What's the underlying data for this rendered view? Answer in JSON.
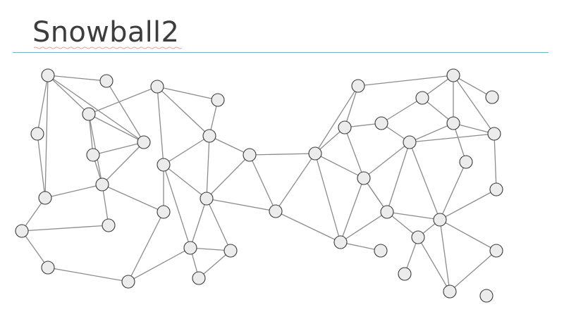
{
  "slide": {
    "title": "Snowball2"
  },
  "graph": {
    "nodes": [
      {
        "id": "n1"
      },
      {
        "id": "n2"
      },
      {
        "id": "n3"
      },
      {
        "id": "n4"
      },
      {
        "id": "n5"
      },
      {
        "id": "n6"
      },
      {
        "id": "n7"
      },
      {
        "id": "n8"
      },
      {
        "id": "n9"
      },
      {
        "id": "n10"
      },
      {
        "id": "n11"
      },
      {
        "id": "n12"
      },
      {
        "id": "n13"
      },
      {
        "id": "n14"
      },
      {
        "id": "n15"
      },
      {
        "id": "n16"
      },
      {
        "id": "n17"
      },
      {
        "id": "n18"
      },
      {
        "id": "n19"
      },
      {
        "id": "n20"
      },
      {
        "id": "n21"
      },
      {
        "id": "n22"
      },
      {
        "id": "n23"
      },
      {
        "id": "n24"
      },
      {
        "id": "n25"
      },
      {
        "id": "n26"
      },
      {
        "id": "n27"
      },
      {
        "id": "n28"
      },
      {
        "id": "n29"
      },
      {
        "id": "n30"
      },
      {
        "id": "n31"
      },
      {
        "id": "n32"
      },
      {
        "id": "n33"
      },
      {
        "id": "n34"
      },
      {
        "id": "n35"
      },
      {
        "id": "n36"
      },
      {
        "id": "n37"
      },
      {
        "id": "n38"
      },
      {
        "id": "n39"
      },
      {
        "id": "n40"
      },
      {
        "id": "n41"
      },
      {
        "id": "n42"
      }
    ],
    "edges": [
      [
        "n1",
        "n2"
      ],
      [
        "n1",
        "n4"
      ],
      [
        "n1",
        "n5"
      ],
      [
        "n1",
        "n6"
      ],
      [
        "n1",
        "n7"
      ],
      [
        "n2",
        "n8"
      ],
      [
        "n3",
        "n5"
      ],
      [
        "n3",
        "n9"
      ],
      [
        "n3",
        "n10"
      ],
      [
        "n3",
        "n8"
      ],
      [
        "n4",
        "n11"
      ],
      [
        "n5",
        "n8"
      ],
      [
        "n5",
        "n7"
      ],
      [
        "n7",
        "n8"
      ],
      [
        "n5",
        "n13"
      ],
      [
        "n8",
        "n13"
      ],
      [
        "n9",
        "n10"
      ],
      [
        "n9",
        "n14"
      ],
      [
        "n10",
        "n12"
      ],
      [
        "n10",
        "n14"
      ],
      [
        "n11",
        "n13"
      ],
      [
        "n11",
        "n15"
      ],
      [
        "n11",
        "n16"
      ],
      [
        "n13",
        "n17"
      ],
      [
        "n13",
        "n18"
      ],
      [
        "n16",
        "n19"
      ],
      [
        "n16",
        "n20"
      ],
      [
        "n19",
        "n20"
      ],
      [
        "n15",
        "n18"
      ],
      [
        "n14",
        "n18"
      ],
      [
        "n12",
        "n14"
      ],
      [
        "n12",
        "n17"
      ],
      [
        "n12",
        "n21"
      ],
      [
        "n14",
        "n21"
      ],
      [
        "n21",
        "n22"
      ],
      [
        "n21",
        "n25"
      ],
      [
        "n21",
        "n23"
      ],
      [
        "n22",
        "n24"
      ],
      [
        "n22",
        "n25"
      ],
      [
        "n23",
        "n24"
      ],
      [
        "n12",
        "n26"
      ],
      [
        "n26",
        "n27"
      ],
      [
        "n26",
        "n28"
      ],
      [
        "n26",
        "n31"
      ],
      [
        "n26",
        "n30"
      ],
      [
        "n27",
        "n28"
      ],
      [
        "n27",
        "n31"
      ],
      [
        "n27",
        "n29"
      ],
      [
        "n28",
        "n30"
      ],
      [
        "n29",
        "n32"
      ],
      [
        "n29",
        "n34"
      ],
      [
        "n30",
        "n33"
      ],
      [
        "n30",
        "n31"
      ],
      [
        "n30",
        "n35"
      ],
      [
        "n31",
        "n35"
      ],
      [
        "n31",
        "n36"
      ],
      [
        "n32",
        "n34"
      ],
      [
        "n33",
        "n34"
      ],
      [
        "n33",
        "n36"
      ],
      [
        "n33",
        "n37"
      ],
      [
        "n34",
        "n38"
      ],
      [
        "n35",
        "n36"
      ],
      [
        "n35",
        "n37"
      ],
      [
        "n36",
        "n37"
      ],
      [
        "n36",
        "n39"
      ],
      [
        "n37",
        "n40"
      ],
      [
        "n37",
        "n41"
      ],
      [
        "n37",
        "n42"
      ],
      [
        "n35",
        "n41"
      ],
      [
        "n36",
        "n41"
      ],
      [
        "n38",
        "n37"
      ],
      [
        "n38",
        "n39"
      ],
      [
        "n39",
        "n41"
      ],
      [
        "n41",
        "n42"
      ],
      [
        "n41",
        "n43"
      ],
      [
        "n43",
        "n44"
      ],
      [
        "n36",
        "n44"
      ]
    ]
  }
}
